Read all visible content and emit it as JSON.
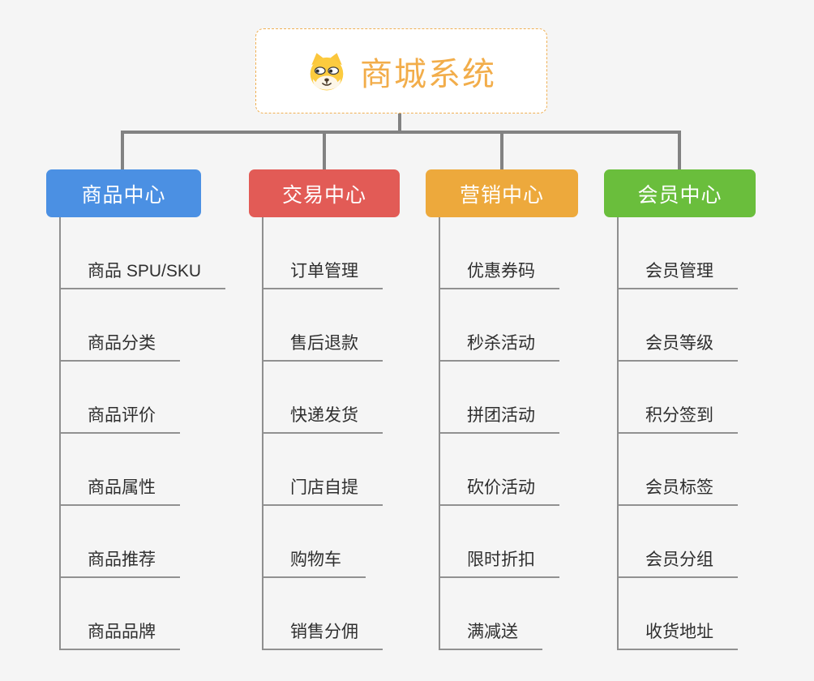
{
  "root": {
    "title": "商城系统",
    "icon": "dog-face-icon"
  },
  "branches": [
    {
      "label": "商品中心",
      "color": "#4b90e3",
      "children": [
        "商品 SPU/SKU",
        "商品分类",
        "商品评价",
        "商品属性",
        "商品推荐",
        "商品品牌"
      ]
    },
    {
      "label": "交易中心",
      "color": "#e25b56",
      "children": [
        "订单管理",
        "售后退款",
        "快递发货",
        "门店自提",
        "购物车",
        "销售分佣"
      ]
    },
    {
      "label": "营销中心",
      "color": "#eda93c",
      "children": [
        "优惠券码",
        "秒杀活动",
        "拼团活动",
        "砍价活动",
        "限时折扣",
        "满减送"
      ]
    },
    {
      "label": "会员中心",
      "color": "#6abe3c",
      "children": [
        "会员管理",
        "会员等级",
        "积分签到",
        "会员标签",
        "会员分组",
        "收货地址"
      ]
    }
  ],
  "colors": {
    "background": "#f5f5f5",
    "root_border": "#f0b054",
    "root_text": "#f2ad4a",
    "connector": "#828282",
    "leaf_line": "#919191",
    "leaf_text": "#2f2f2f"
  }
}
